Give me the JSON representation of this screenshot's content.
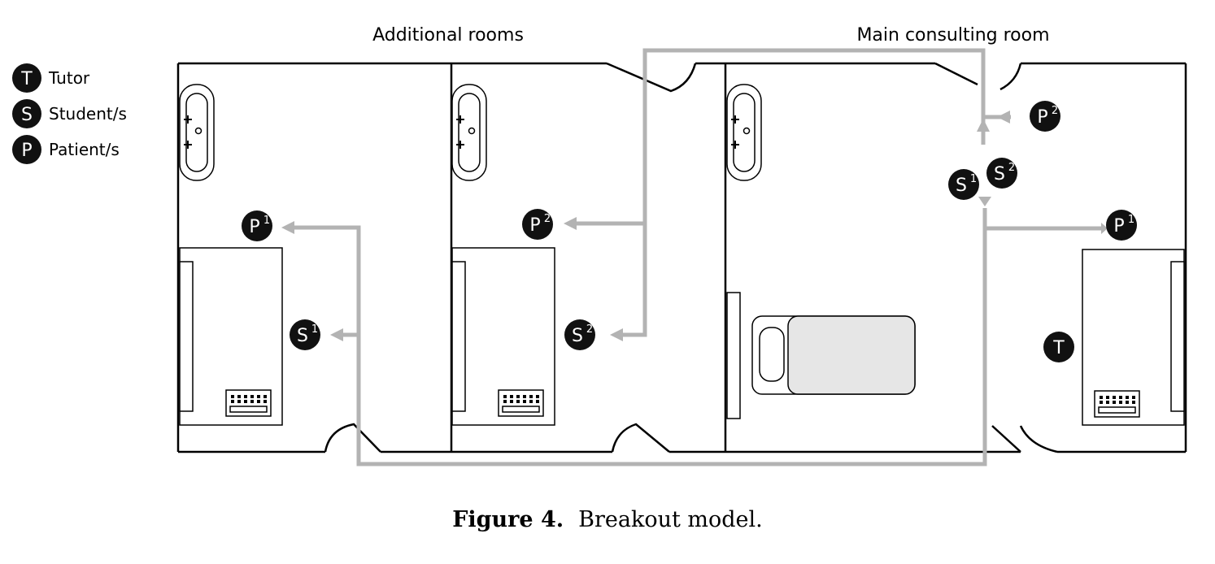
{
  "labels": {
    "additional_rooms": "Additional rooms",
    "main_room": "Main consulting room"
  },
  "legend": [
    {
      "letter": "T",
      "text": "Tutor"
    },
    {
      "letter": "S",
      "text": "Student/s"
    },
    {
      "letter": "P",
      "text": "Patient/s"
    }
  ],
  "markers": {
    "p1_room1": {
      "letter": "P",
      "sup": "1"
    },
    "s1_room1": {
      "letter": "S",
      "sup": "1"
    },
    "p2_room2": {
      "letter": "P",
      "sup": "2"
    },
    "s2_room2": {
      "letter": "S",
      "sup": "2"
    },
    "s1_main": {
      "letter": "S",
      "sup": "1"
    },
    "s2_main": {
      "letter": "S",
      "sup": "2"
    },
    "p2_main": {
      "letter": "P",
      "sup": "2"
    },
    "p1_main": {
      "letter": "P",
      "sup": "1"
    },
    "tutor_main": {
      "letter": "T",
      "sup": ""
    }
  },
  "caption": {
    "figure": "Figure 4.",
    "text": "Breakout model."
  },
  "colors": {
    "route": "#b3b3b3",
    "badge": "#111111",
    "bed_fill": "#e6e6e6"
  }
}
